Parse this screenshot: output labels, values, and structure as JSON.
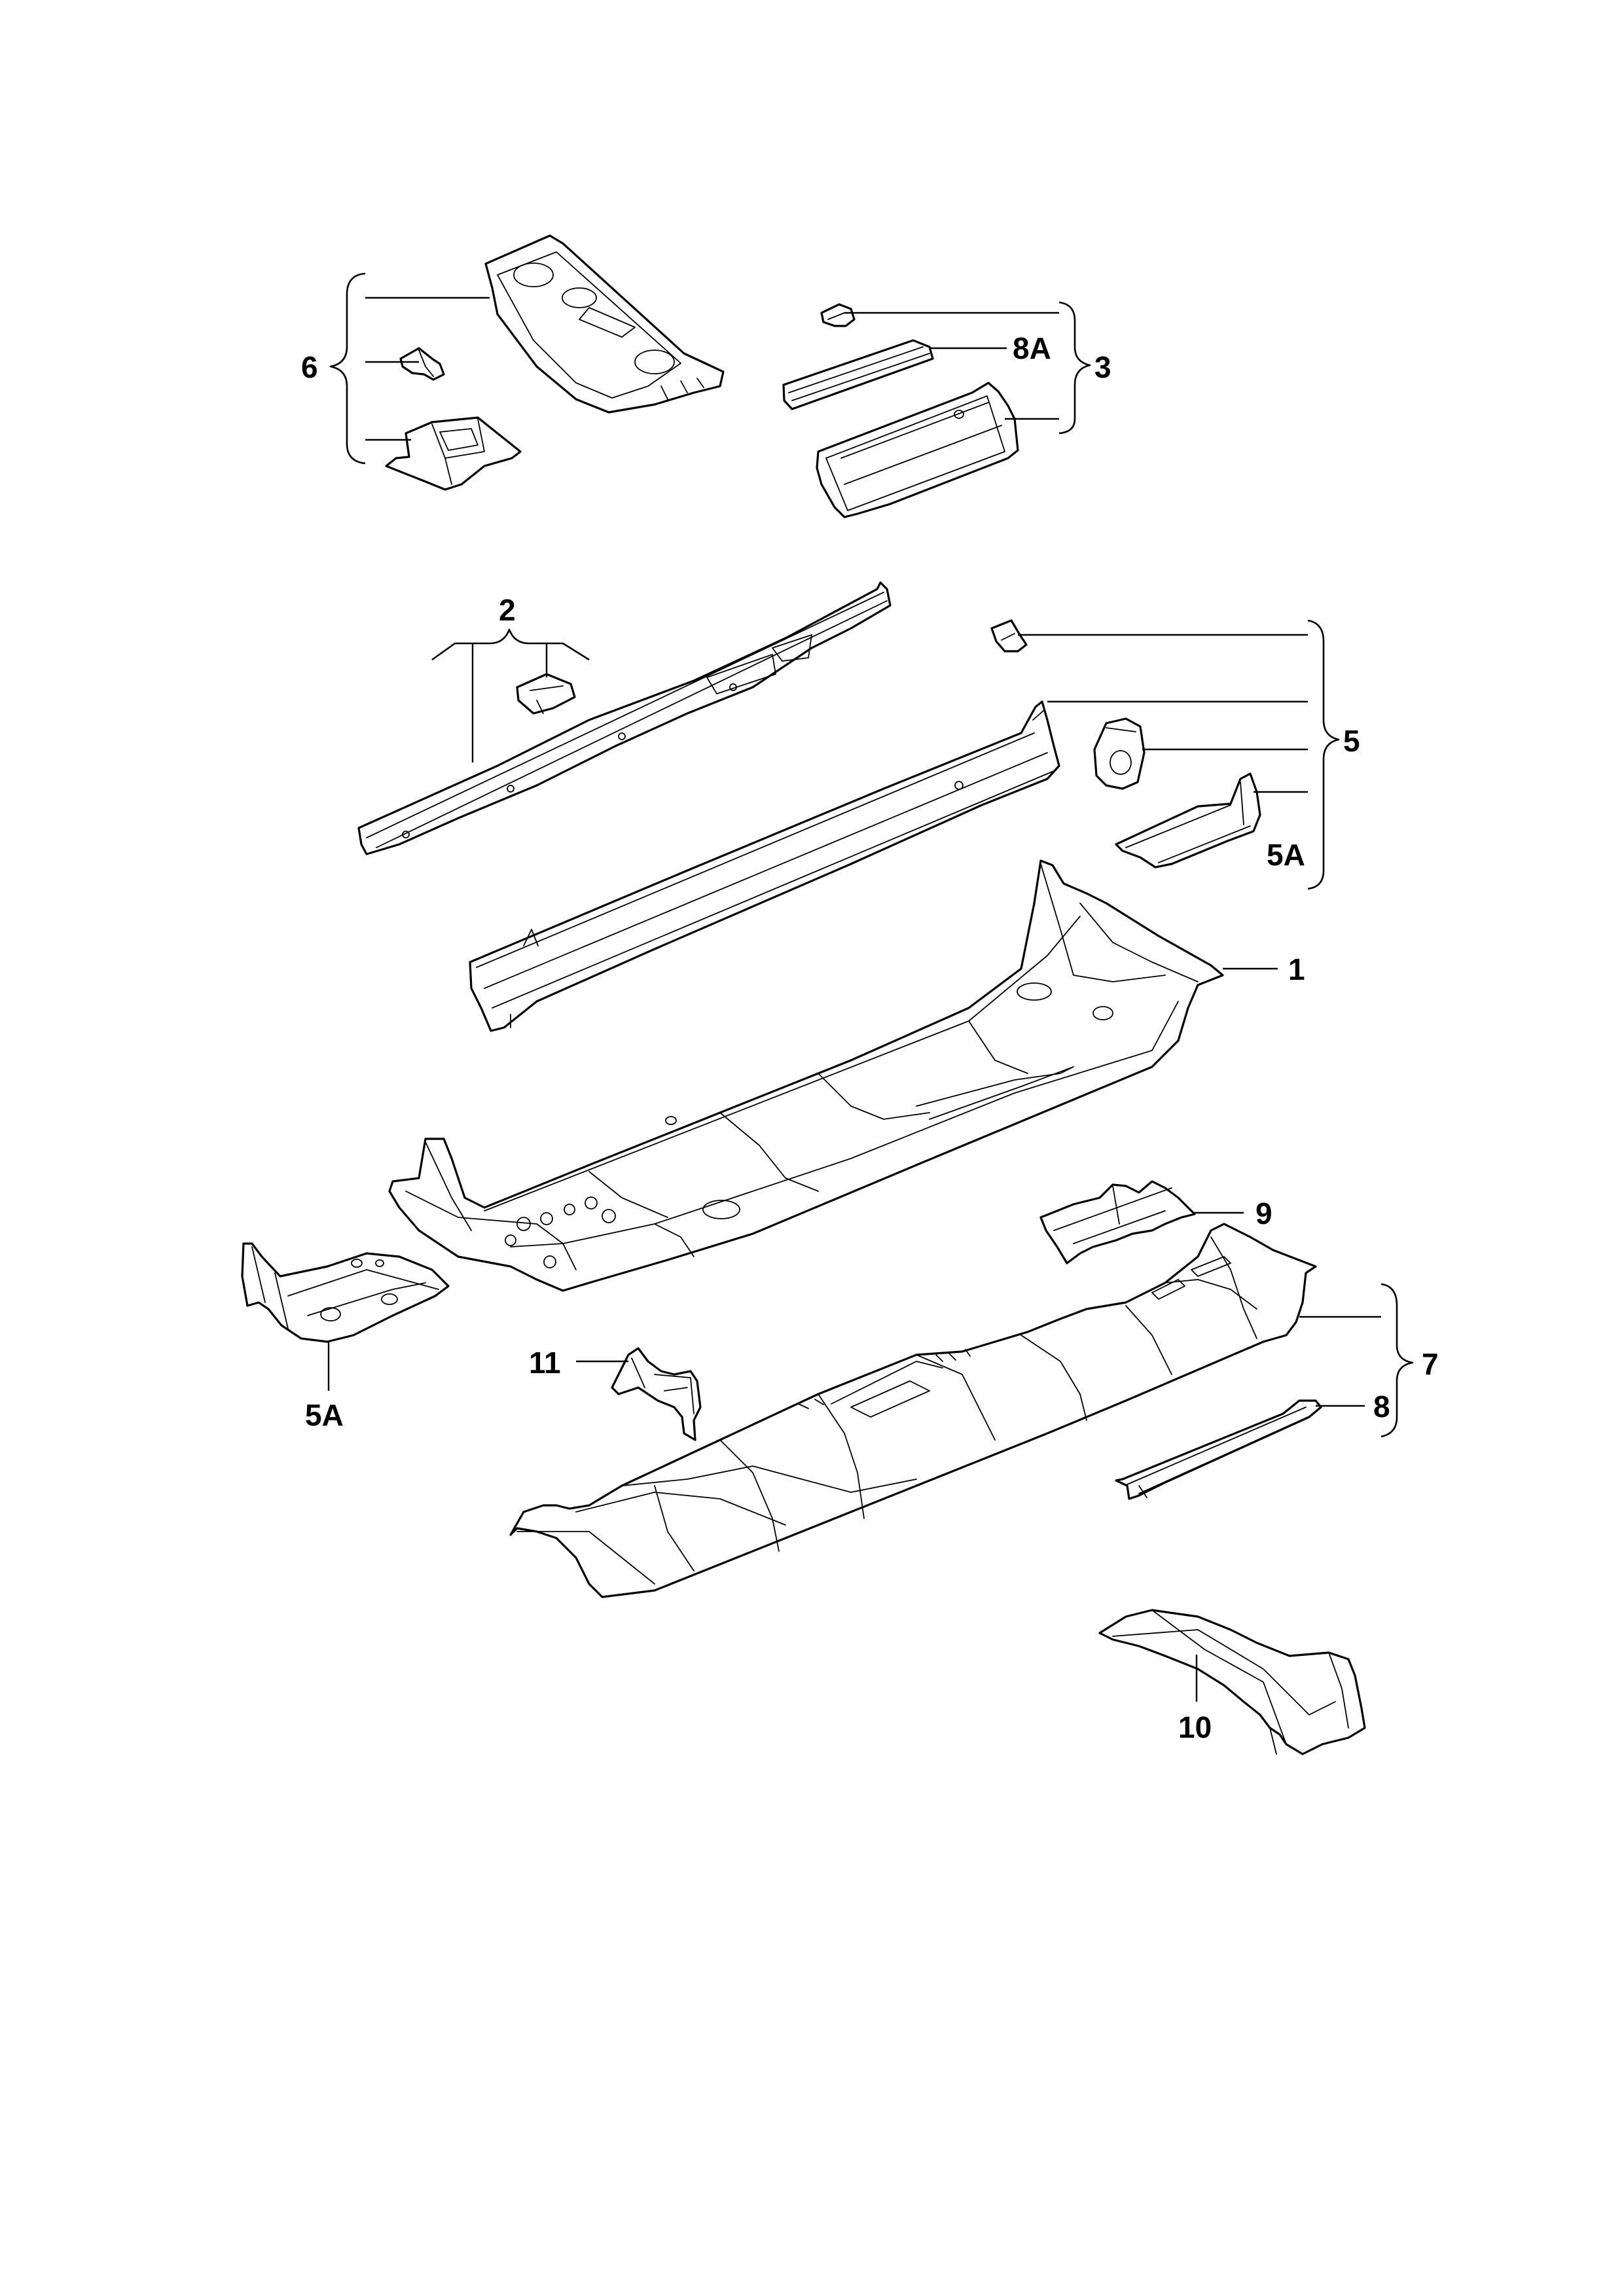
{
  "diagram": {
    "type": "exploded-parts-diagram",
    "callouts": {
      "c1": "1",
      "c2": "2",
      "c3": "3",
      "c5": "5",
      "c5a_right": "5A",
      "c5a_left": "5A",
      "c6": "6",
      "c7": "7",
      "c8": "8",
      "c8a": "8A",
      "c9": "9",
      "c10": "10",
      "c11": "11"
    }
  }
}
